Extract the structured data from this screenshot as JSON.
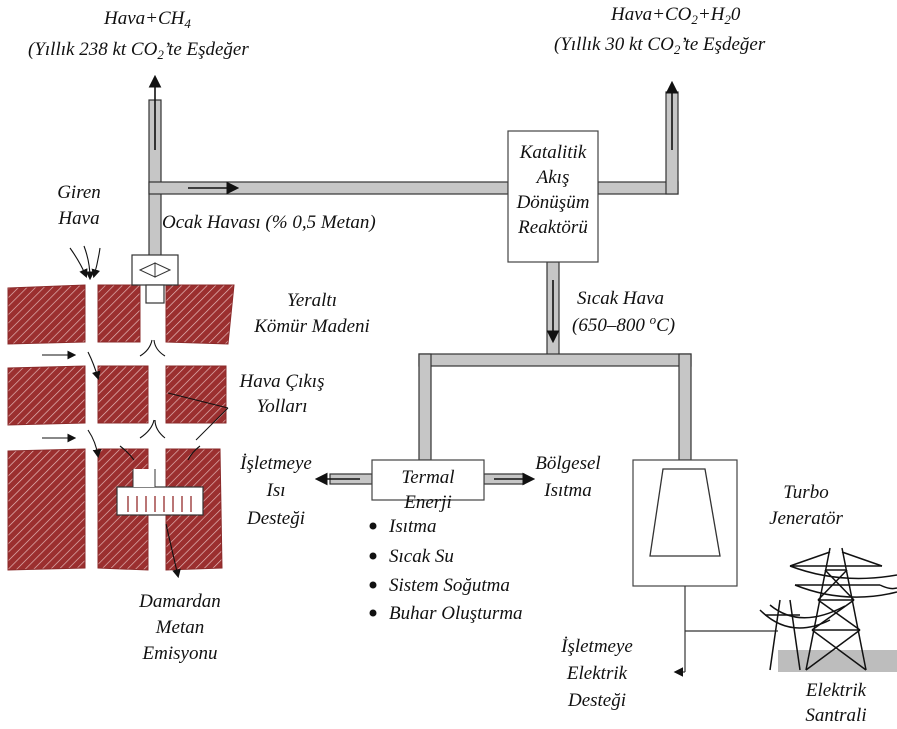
{
  "diagram": {
    "exhaust_left": {
      "line1": "Hava+CH",
      "line1_sub": "4",
      "line2_a": "(Yıllık 238 kt CO",
      "line2_sub": "2",
      "line2_b": "’te Eşdeğer"
    },
    "exhaust_right": {
      "line1_a": "Hava+CO",
      "line1_sub1": "2",
      "line1_b": "+H",
      "line1_sub2": "2",
      "line1_c": "0",
      "line2_a": "(Yıllık 30 kt CO",
      "line2_sub": "2",
      "line2_b": "’te Eşdeğer"
    },
    "intake": {
      "line1": "Giren",
      "line2": "Hava"
    },
    "ventilation_air": "Ocak Havası (% 0,5 Metan)",
    "reactor": {
      "lines": [
        "Katalitik",
        "Akış",
        "Dönüşüm",
        "Reaktörü"
      ]
    },
    "hot_air": {
      "line1": "Sıcak Hava",
      "line2_a": "(650–800 ",
      "line2_sup": "o",
      "line2_b": "C)"
    },
    "mine": {
      "line1": "Yeraltı",
      "line2": "Kömür Madeni"
    },
    "exit_paths": {
      "line1": "Hava Çıkış",
      "line2": "Yolları"
    },
    "methane_emission": {
      "lines": [
        "Damardan",
        "Metan",
        "Emisyonu"
      ]
    },
    "heat_support": {
      "lines": [
        "İşletmeye",
        "Isı",
        "Desteği"
      ]
    },
    "thermal_energy": {
      "line1": "Termal",
      "line2": "Enerji"
    },
    "district_heating": {
      "line1": "Bölgesel",
      "line2": "Isıtma"
    },
    "thermal_uses": [
      "Isıtma",
      "Sıcak Su",
      "Sistem Soğutma",
      "Buhar Oluşturma"
    ],
    "turbo": {
      "line1": "Turbo",
      "line2": "Jeneratör"
    },
    "electric_support": {
      "lines": [
        "İşletmeye",
        "Elektrik",
        "Desteği"
      ]
    },
    "power_plant": {
      "line1": "Elektrik",
      "line2": "Santrali"
    }
  }
}
